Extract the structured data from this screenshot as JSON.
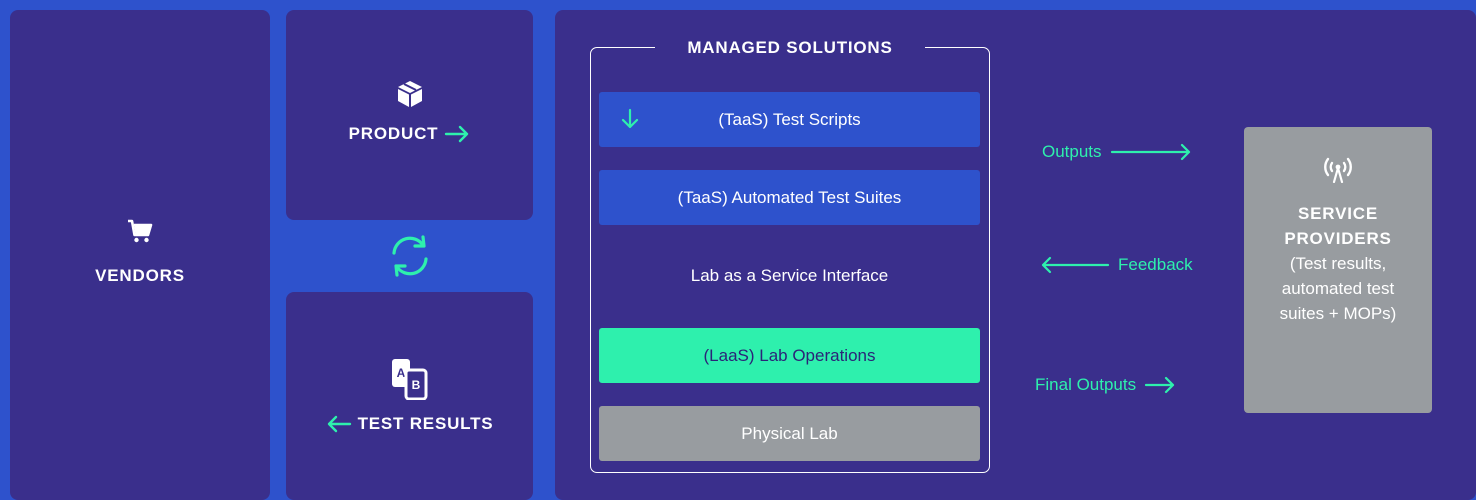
{
  "vendors": {
    "label": "VENDORS",
    "icon": "shopping-cart-icon"
  },
  "product": {
    "label": "PRODUCT",
    "icon": "box-icon",
    "arrow": "arrow-right-icon"
  },
  "sync": {
    "icon": "sync-icon",
    "color": "#2ef0ad"
  },
  "test_results": {
    "label": "TEST RESULTS",
    "icon": "ab-phones-icon",
    "arrow": "arrow-left-icon"
  },
  "managed": {
    "title": "MANAGED SOLUTIONS",
    "bars": [
      {
        "label": "(TaaS) Test Scripts",
        "style": "blue",
        "icon": "arrow-down-icon"
      },
      {
        "label": "(TaaS) Automated Test Suites",
        "style": "blue"
      },
      {
        "label": "Lab as a Service Interface",
        "style": "plain"
      },
      {
        "label": "(LaaS) Lab Operations",
        "style": "green"
      },
      {
        "label": "Physical Lab",
        "style": "gray"
      }
    ]
  },
  "flows": {
    "outputs": "Outputs",
    "feedback": "Feedback",
    "final_outputs": "Final Outputs"
  },
  "service_providers": {
    "icon": "antenna-icon",
    "title_line1": "SERVICE",
    "title_line2": "PROVIDERS",
    "desc": "(Test results, automated test suites + MOPs)"
  },
  "colors": {
    "background": "#2e52cc",
    "panel": "#3a2f8c",
    "accent": "#2ef0ad",
    "gray": "#989ca0"
  }
}
